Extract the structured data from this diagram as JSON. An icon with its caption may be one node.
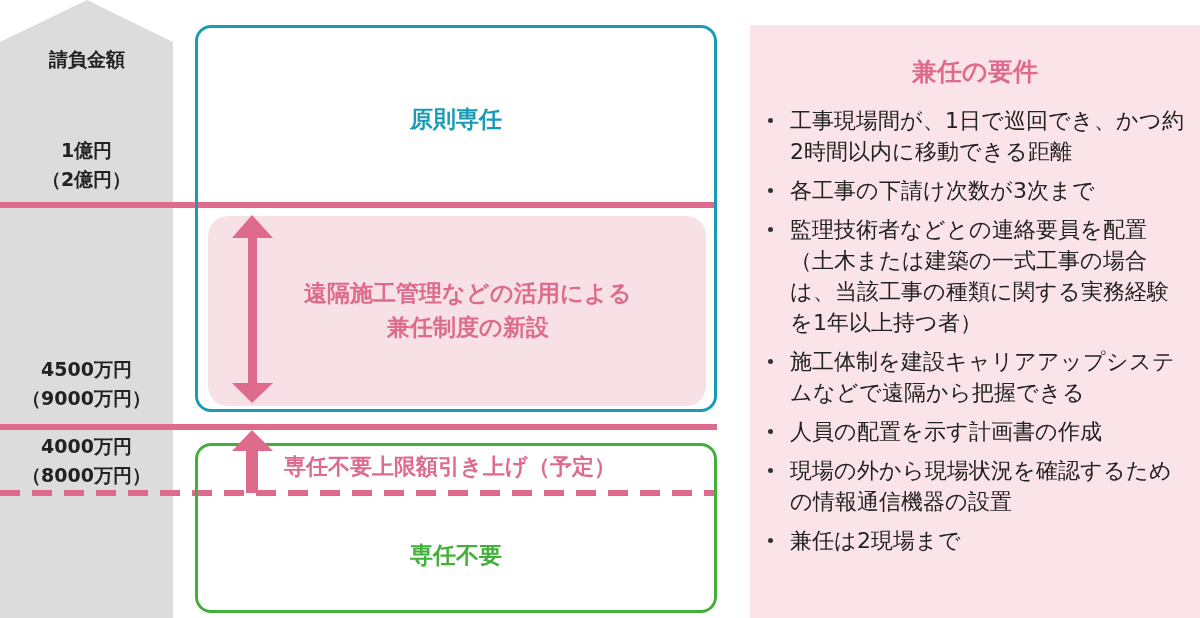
{
  "diagram": {
    "nodes": [
      {
        "text": [
          "原則専任"
        ]
      },
      {
        "text": [
          "遠隔施工管理などの活用による兼任制度の新設"
        ],
        "in": 0
      },
      {
        "text": [
          "専任不要"
        ]
      },
      {
        "text": [
          "兼任の要件",
          "工事現場間が、1日で巡回でき、かつ約2時間以内に移動できる距離",
          "各工事の下請け次数が3次まで",
          "監理技術者などとの連絡要員を配置（土木または建築の一式工事の場合は、当該工事の種類に関する実務経験を1年以上持つ者）",
          "施工体制を建設キャリアアップシステムなどで遠隔から把握できる",
          "人員の配置を示す計画書の作成",
          "現場の外から現場状況を確認するための情報通信機器の設置",
          "兼任は2現場まで"
        ]
      }
    ],
    "labels": [
      "請負金額",
      "1億円",
      "（2億円）",
      "4500万円",
      "（9000万円）",
      "4000万円",
      "（8000万円）",
      "専任不要上限額引き上げ（予定）"
    ]
  }
}
